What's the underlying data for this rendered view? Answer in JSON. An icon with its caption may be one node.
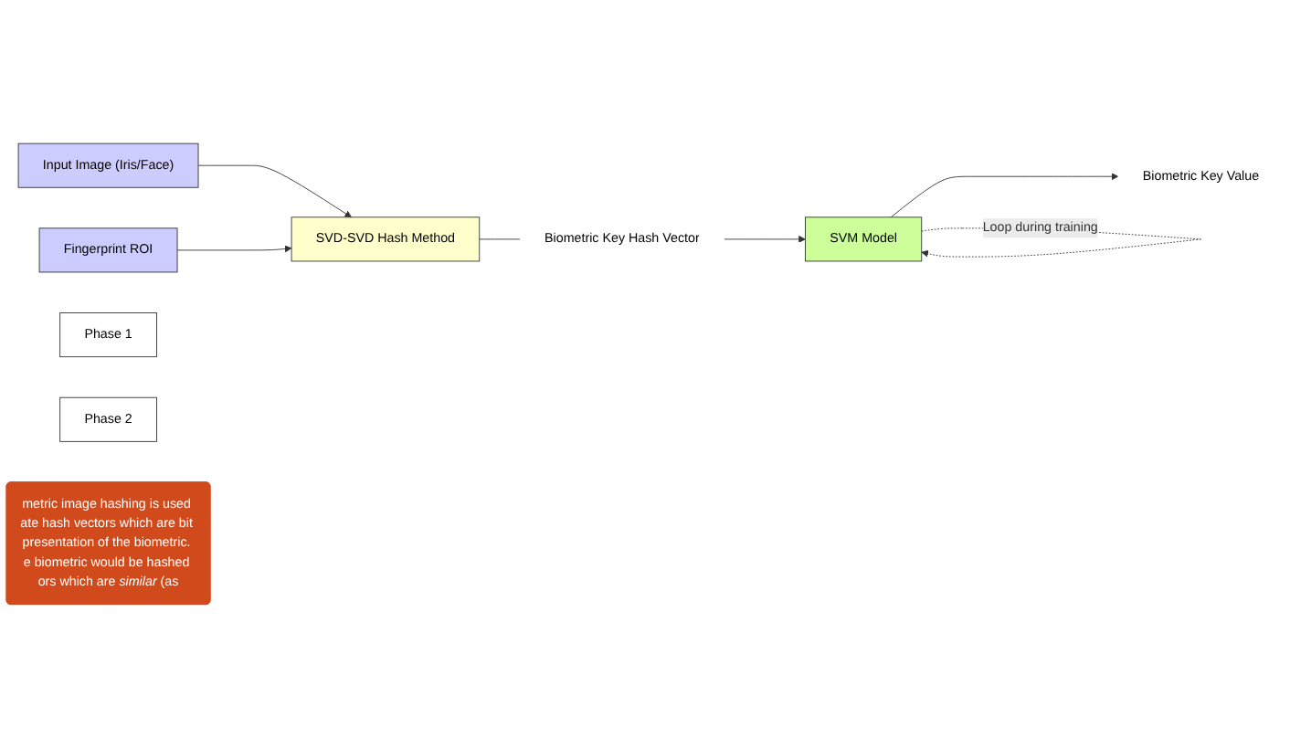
{
  "diagram": {
    "nodes": [
      {
        "text": [
          "Input Image (Iris/Face)"
        ]
      },
      {
        "text": [
          "Fingerprint ROI"
        ]
      },
      {
        "text": [
          "SVD-SVD Hash Method"
        ]
      },
      {
        "text": [
          "Biometric Key Hash Vector"
        ]
      },
      {
        "text": [
          "SVM Model"
        ]
      },
      {
        "text": [
          "Biometric Key Value"
        ]
      },
      {
        "text": [
          "Phase 1"
        ]
      },
      {
        "text": [
          "Phase 2"
        ]
      },
      {
        "text": [
          "metric image hashing is used ate hash vectors which are bit presentation of the biometric. e biometric would be hashed ors which are *similar* (as"
        ]
      }
    ],
    "edges": [
      {
        "from": 0,
        "to": 2,
        "arrow": "to"
      },
      {
        "from": 1,
        "to": 2,
        "arrow": "to"
      },
      {
        "from": 2,
        "to": 3,
        "arrow": "none"
      },
      {
        "from": 3,
        "to": 4,
        "arrow": "to"
      },
      {
        "from": 4,
        "to": 5,
        "arrow": "to"
      },
      {
        "from": 4,
        "to": 4,
        "arrow": "to",
        "label": "Loop during training",
        "style": "dashed"
      }
    ]
  }
}
